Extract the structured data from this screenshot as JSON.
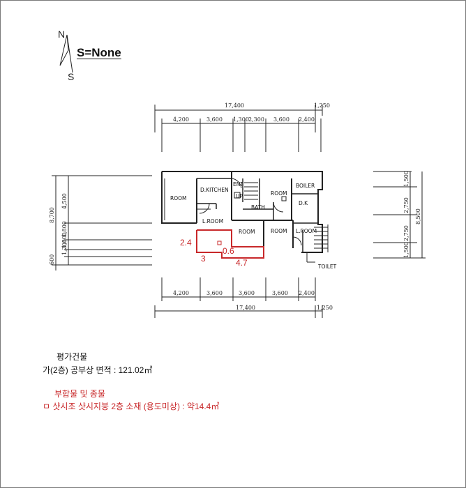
{
  "compass": {
    "north": "N",
    "south": "S",
    "scale": "S=None"
  },
  "plan": {
    "overall_top": "17,400",
    "overall_bottom": "17,400",
    "offset_right": "1,250",
    "top_dims": [
      "4,200",
      "3,600",
      "1,300",
      "2,300",
      "3,600",
      "2,400"
    ],
    "bottom_dims": [
      "4,200",
      "3,600",
      "3,600",
      "3,600",
      "2,400"
    ],
    "left_overall": "8,700",
    "left_dims": [
      "4,500",
      "1,800",
      "1,800",
      "1,200",
      "600"
    ],
    "right_overall": "8,500",
    "right_dims": [
      "1,500",
      "2,750",
      "2,750",
      "1,500"
    ],
    "rooms": {
      "room1": "ROOM",
      "kitchen": "D.KITCHEN",
      "ent": "ENT",
      "up": "UP",
      "bath": "BATH",
      "room2": "ROOM",
      "boiler": "BOILER",
      "dk": "D.K",
      "lroom1": "L.ROOM",
      "room3": "ROOM",
      "room4": "ROOM",
      "lroom2": "L.ROOM",
      "toilet": "TOILET"
    },
    "annotations": {
      "a1": "2.4",
      "a2": "3",
      "a3": "0.6",
      "a4": "4.7"
    }
  },
  "notes": {
    "heading": "평가건물",
    "line1": "가(2층) 공부상 면적 : 121.02㎡",
    "heading2": "부합물 및 종물",
    "line2": "ㅁ 샷시조 샷시지붕 2층 소재 (용도미상) : 약14.4㎡"
  }
}
